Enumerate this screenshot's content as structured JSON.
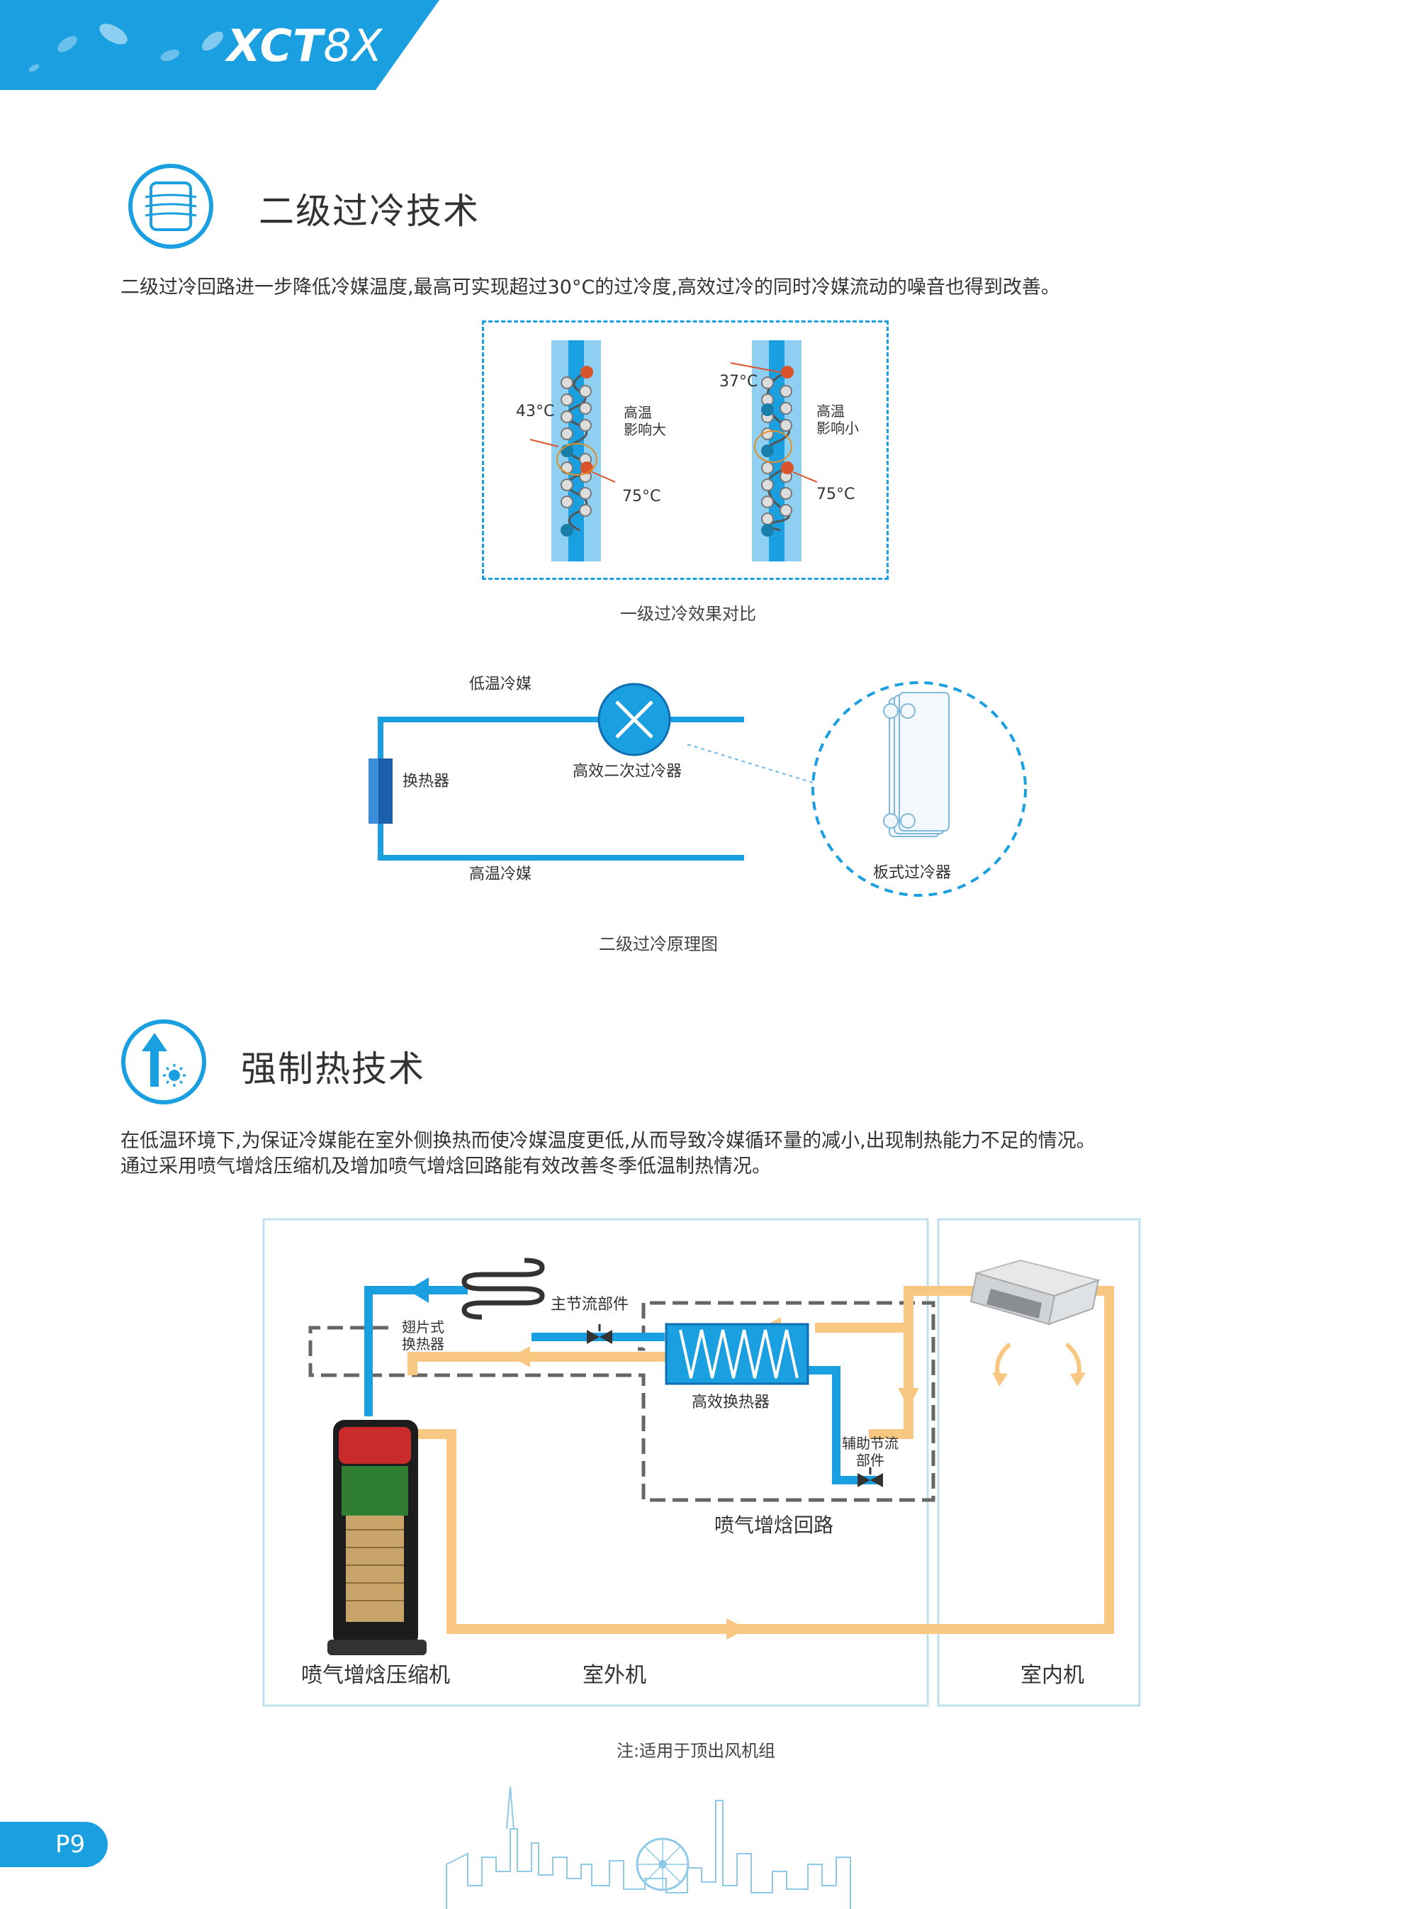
{
  "header": {
    "brand": "XCT8X",
    "brand_prefix": "XCT",
    "brand_suffix": "8X",
    "accent_color": "#1a9fe0"
  },
  "section1": {
    "title": "二级过冷技术",
    "icon": "heat-exchanger-icon",
    "description": "二级过冷回路进一步降低冷媒温度,最高可实现超过30°C的过冷度,高效过冷的同时冷媒流动的噪音也得到改善。",
    "compare": {
      "left": {
        "temp_low": "43°C",
        "temp_high": "75°C",
        "note_line1": "高温",
        "note_line2": "影响大"
      },
      "right": {
        "temp_low": "37°C",
        "temp_high": "75°C",
        "note_line1": "高温",
        "note_line2": "影响小"
      },
      "caption": "一级过冷效果对比"
    },
    "principle": {
      "low_temp_label": "低温冷媒",
      "high_temp_label": "高温冷媒",
      "exchanger_label": "换热器",
      "subcooler_label": "高效二次过冷器",
      "plate_label": "板式过冷器",
      "caption": "二级过冷原理图"
    }
  },
  "section2": {
    "title": "强制热技术",
    "icon": "heating-arrow-icon",
    "description_line1": "在低温环境下,为保证冷媒能在室外侧换热而使冷媒温度更低,从而导致冷媒循环量的减小,出现制热能力不足的情况。",
    "description_line2": "通过采用喷气增焓压缩机及增加喷气增焓回路能有效改善冬季低温制热情况。",
    "diagram": {
      "fin_exchanger_line1": "翅片式",
      "fin_exchanger_line2": "换热器",
      "main_throttle": "主节流部件",
      "efficient_exchanger": "高效换热器",
      "aux_throttle_line1": "辅助节流",
      "aux_throttle_line2": "部件",
      "evi_loop": "喷气增焓回路",
      "compressor": "喷气增焓压缩机",
      "outdoor_unit": "室外机",
      "indoor_unit": "室内机"
    },
    "note": "注:适用于顶出风机组"
  },
  "footer": {
    "page": "P9"
  }
}
